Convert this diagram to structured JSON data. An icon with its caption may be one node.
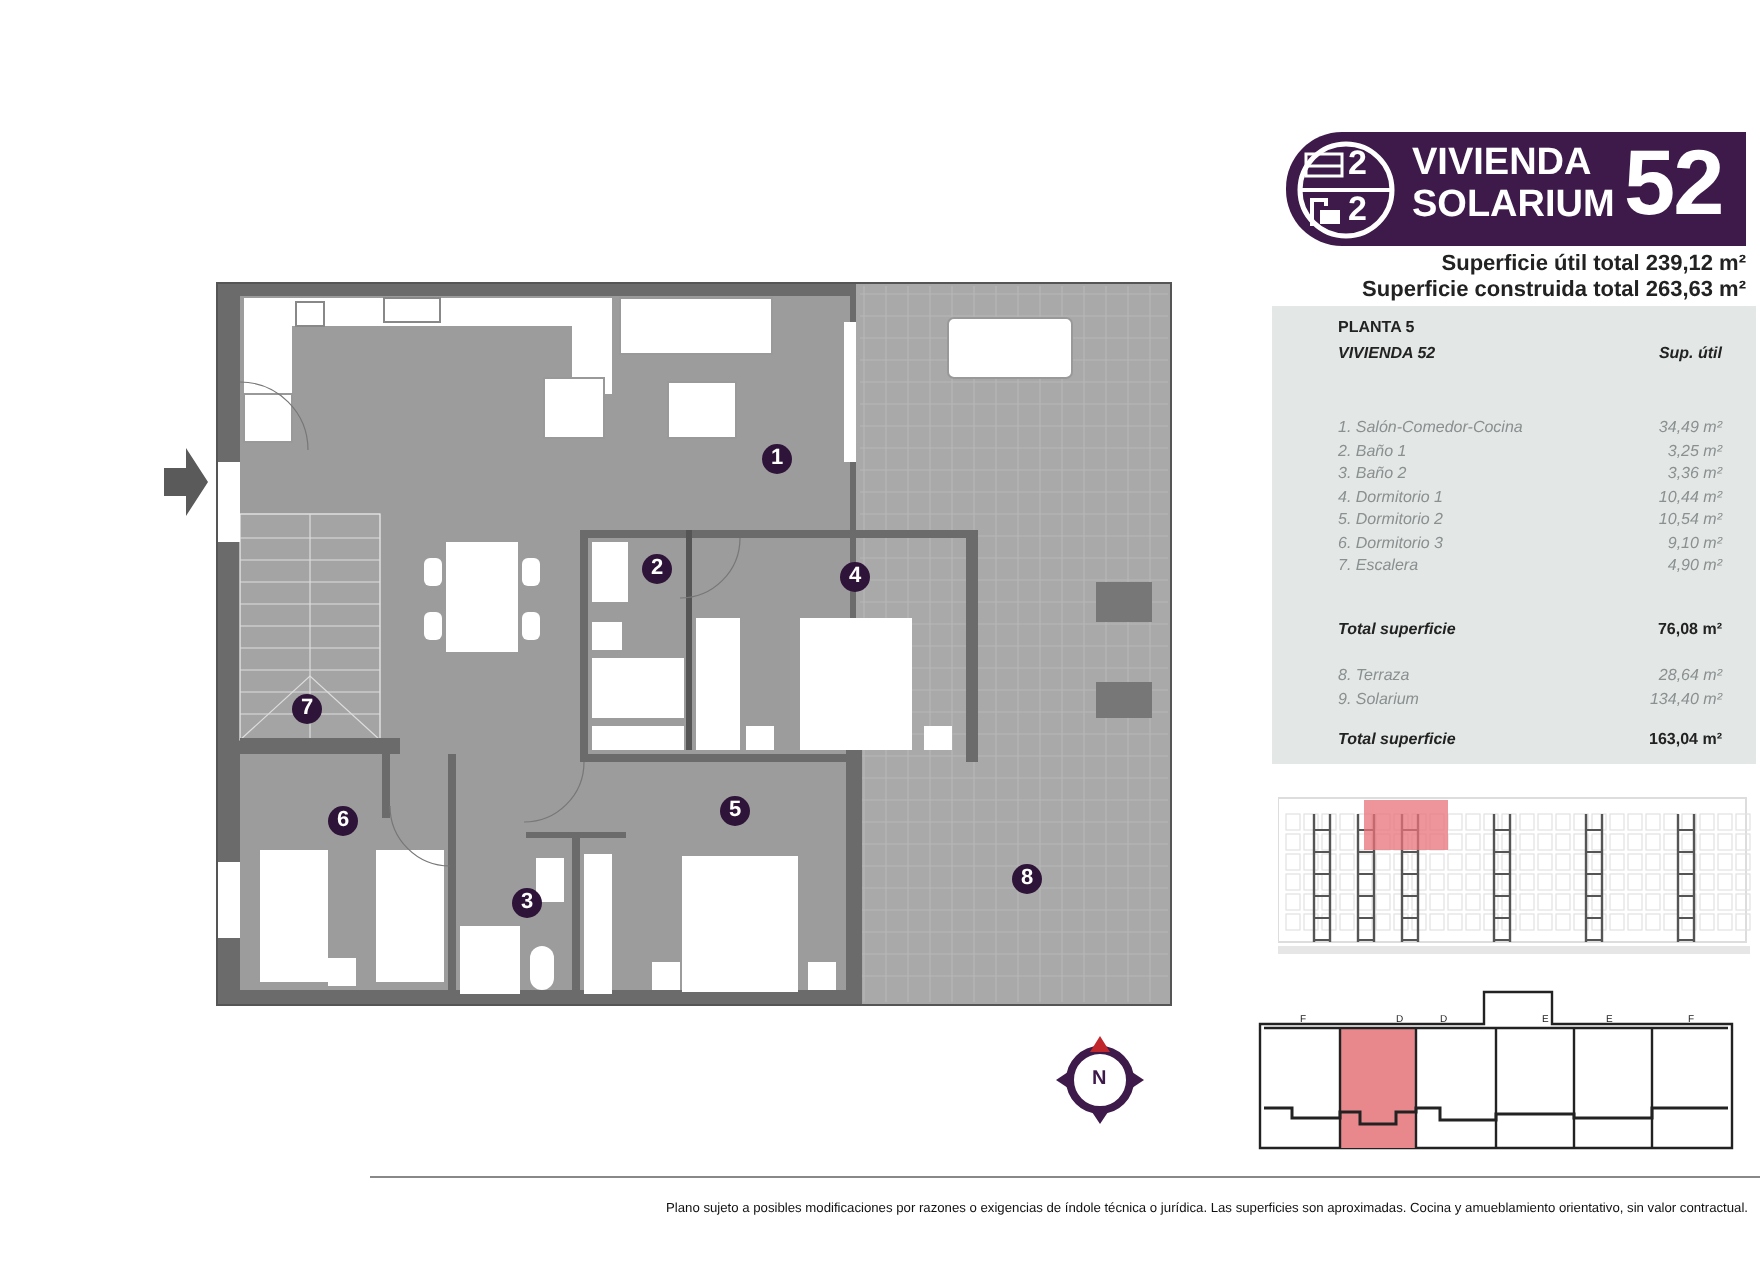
{
  "diagram": {
    "labels": [
      "2",
      "VIVIENDA",
      "2",
      "SOLARIUM",
      "52",
      "Superficie útil total 239,12 m²",
      "Superficie construida total 263,63 m²",
      "PLANTA 5",
      "VIVIENDA 52",
      "Sup. útil",
      "1. Salón-Comedor-Cocina",
      "34,49 m²",
      "2. Baño 1",
      "3,25 m²",
      "3. Baño 2",
      "3,36 m²",
      "4. Dormitorio 1",
      "10,44 m²",
      "5. Dormitorio 2",
      "10,54 m²",
      "6. Dormitorio 3",
      "9,10 m²",
      "7. Escalera",
      "4,90 m²",
      "Total superficie",
      "76,08 m²",
      "8. Terraza",
      "28,64 m²",
      "9. Solarium",
      "134,40 m²",
      "Total superficie",
      "163,04 m²",
      "1",
      "2",
      "4",
      "7",
      "5",
      "6",
      "3",
      "8",
      "N",
      "F",
      "D",
      "D",
      "E",
      "E",
      "F",
      "Plano sujeto a posibles modificaciones por razones o exigencias de índole técnica o jurídica. Las superficies son aproximadas. Cocina y amueblamiento orientativo, sin valor contractual."
    ]
  }
}
